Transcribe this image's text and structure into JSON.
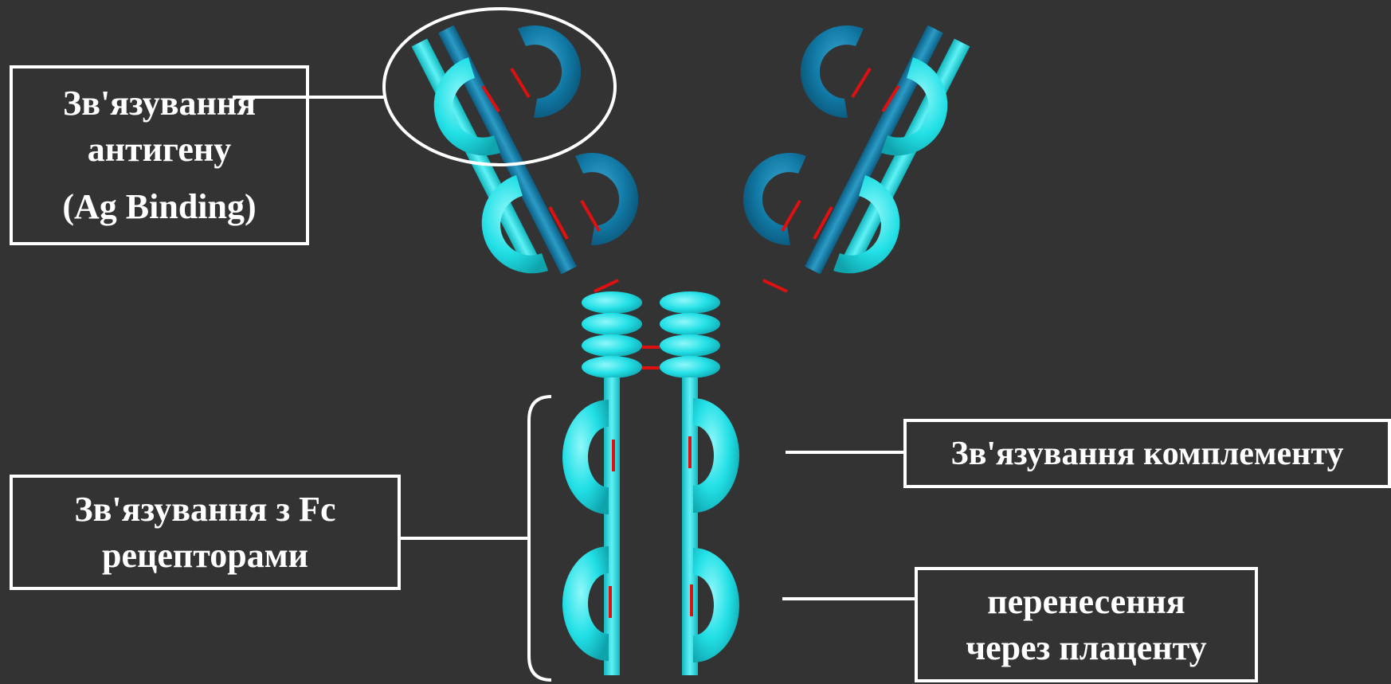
{
  "diagram": {
    "colors": {
      "background": "#333333",
      "light_chain_cyan": "#22e0e6",
      "heavy_chain_blue": "#117aa6",
      "disulfide_bond": "#e01010",
      "lines_and_borders": "#ffffff"
    },
    "labels": {
      "antigen_binding": [
        "Зв'язування",
        "антигену",
        "(Ag  Binding)"
      ],
      "fc_receptor": [
        "Зв'язування  з Fc",
        "рецепторами"
      ],
      "complement": "Зв'язування комплементу",
      "placenta": [
        "перенесення",
        "через плаценту"
      ]
    }
  }
}
